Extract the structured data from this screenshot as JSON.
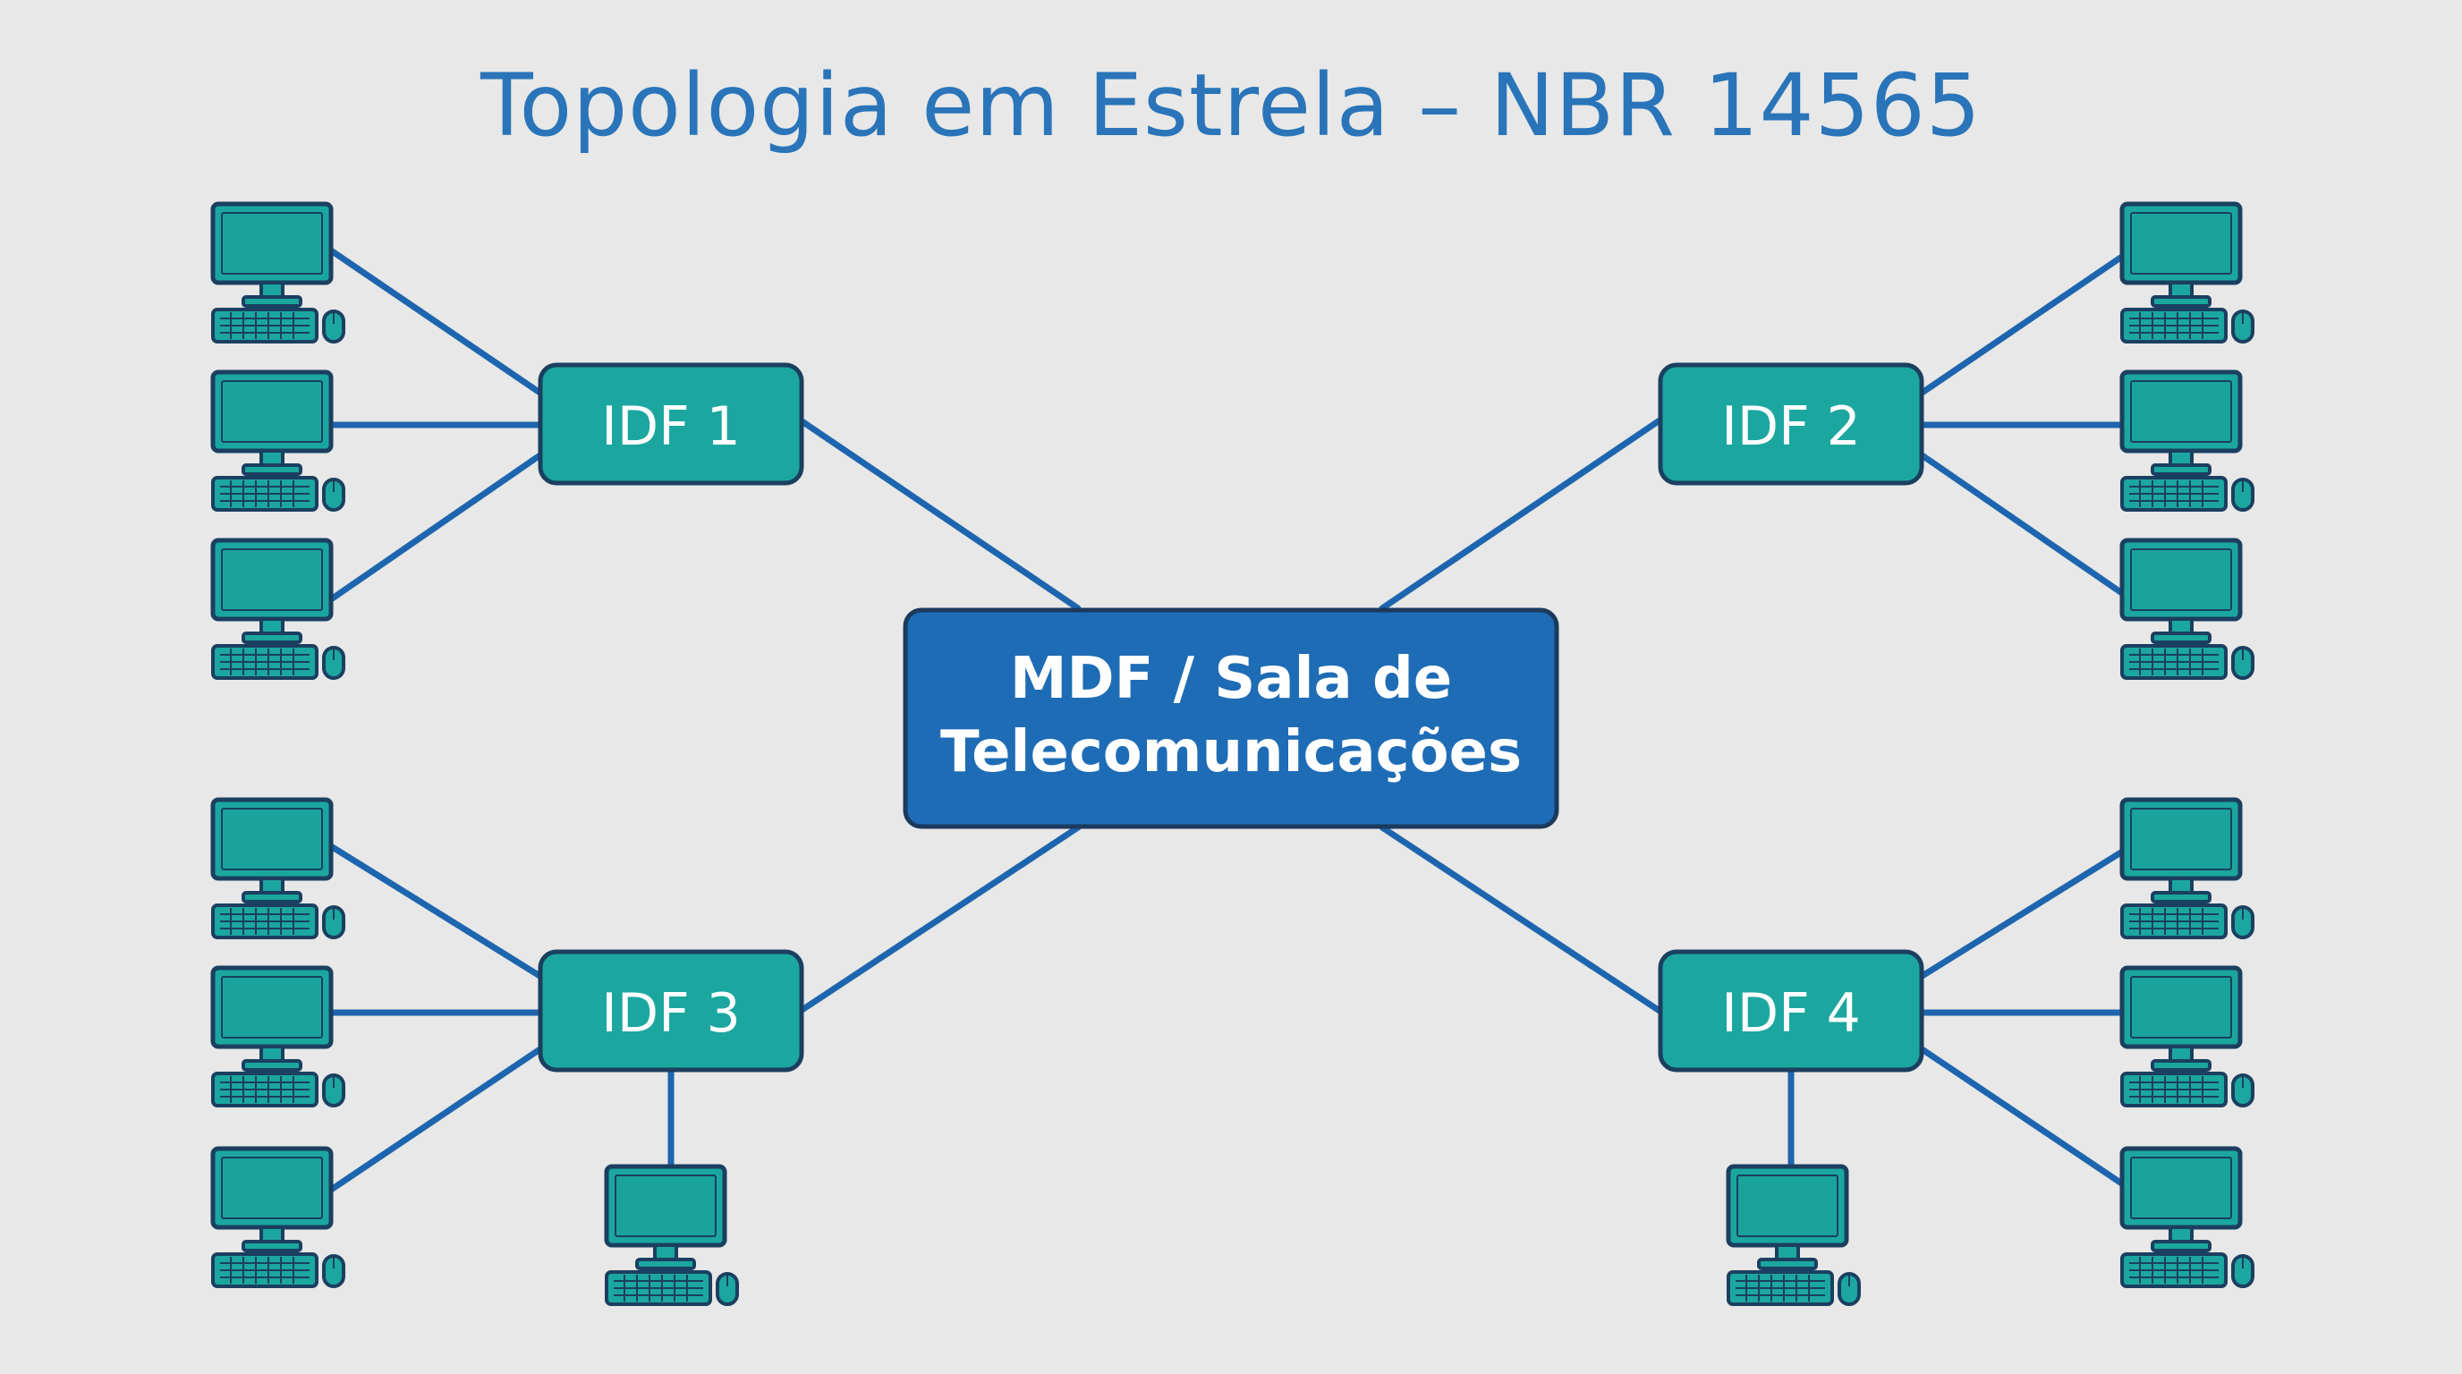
{
  "title": "Topologia em Estrela – NBR 14565",
  "mdf": {
    "line1": "MDF / Sala de",
    "line2": "Telecomunicações"
  },
  "idfs": [
    {
      "id": "idf1",
      "label": "IDF 1",
      "workstations": 3
    },
    {
      "id": "idf2",
      "label": "IDF 2",
      "workstations": 3
    },
    {
      "id": "idf3",
      "label": "IDF 3",
      "workstations": 4
    },
    {
      "id": "idf4",
      "label": "IDF 4",
      "workstations": 4
    }
  ],
  "colors": {
    "background": "#e7e8e7",
    "title": "#2a74b9",
    "link": "#1d65ae",
    "idf_fill": "#1ba79f",
    "mdf_fill": "#1e6cb5",
    "outline": "#1b3f60"
  },
  "icons": [
    "computer-workstation-icon"
  ]
}
